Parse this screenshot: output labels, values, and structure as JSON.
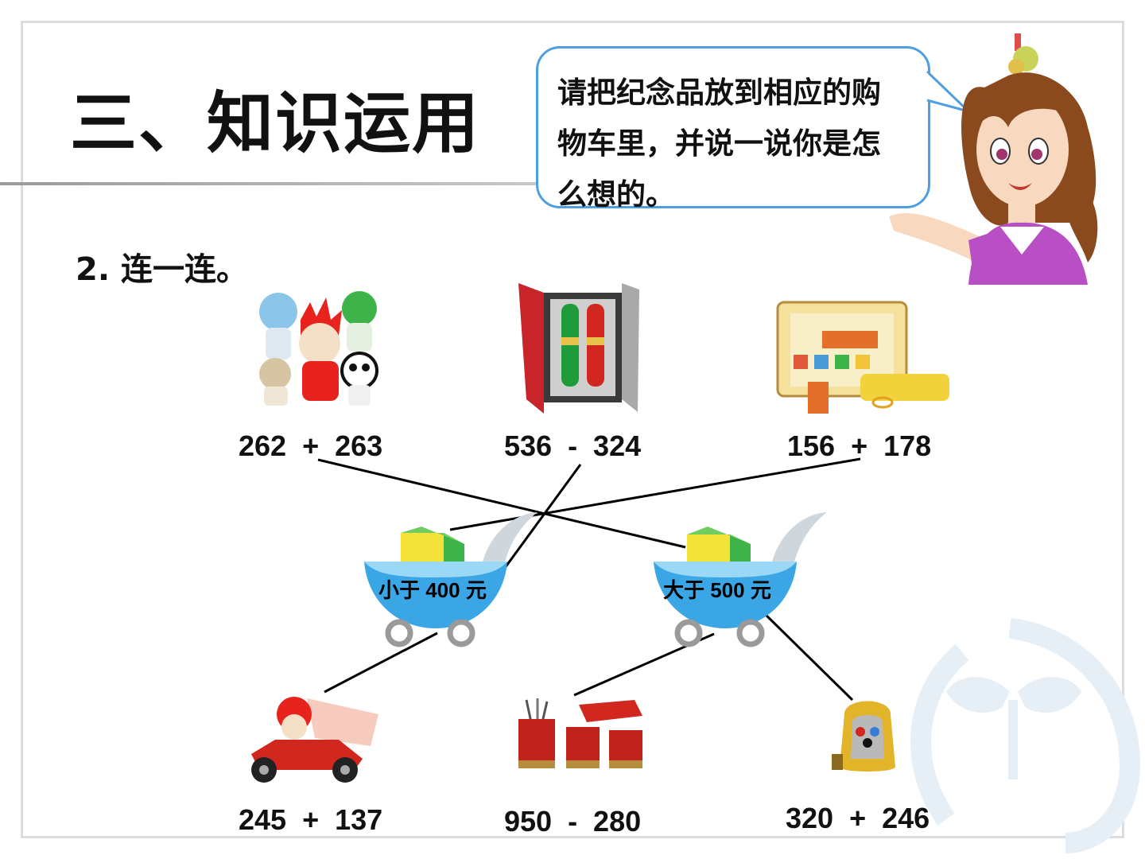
{
  "title": "三、知识运用",
  "speech_bubble": "请把纪念品放到相应的购物车里，并说一说你是怎么想的。",
  "subtitle": "2. 连一连。",
  "top_items": [
    {
      "icon": "mascot-dolls-icon",
      "expr": "262  +  263"
    },
    {
      "icon": "pen-gift-box-icon",
      "expr": "536  -  324"
    },
    {
      "icon": "stationery-set-icon",
      "expr": "156  +  178"
    }
  ],
  "carts": [
    {
      "icon": "shopping-cart-icon",
      "label": "小于 400 元"
    },
    {
      "icon": "shopping-cart-icon",
      "label": "大于 500 元"
    }
  ],
  "bottom_items": [
    {
      "icon": "toy-race-car-icon",
      "expr": "245  +  137"
    },
    {
      "icon": "pen-holder-set-icon",
      "expr": "950  -  280"
    },
    {
      "icon": "backpack-icon",
      "expr": "320  +  246"
    }
  ],
  "colors": {
    "bubble_border": "#4f9fe0",
    "cart_blue": "#3aa6e6",
    "box_yellow": "#f2e23a",
    "box_green": "#3db34a"
  }
}
